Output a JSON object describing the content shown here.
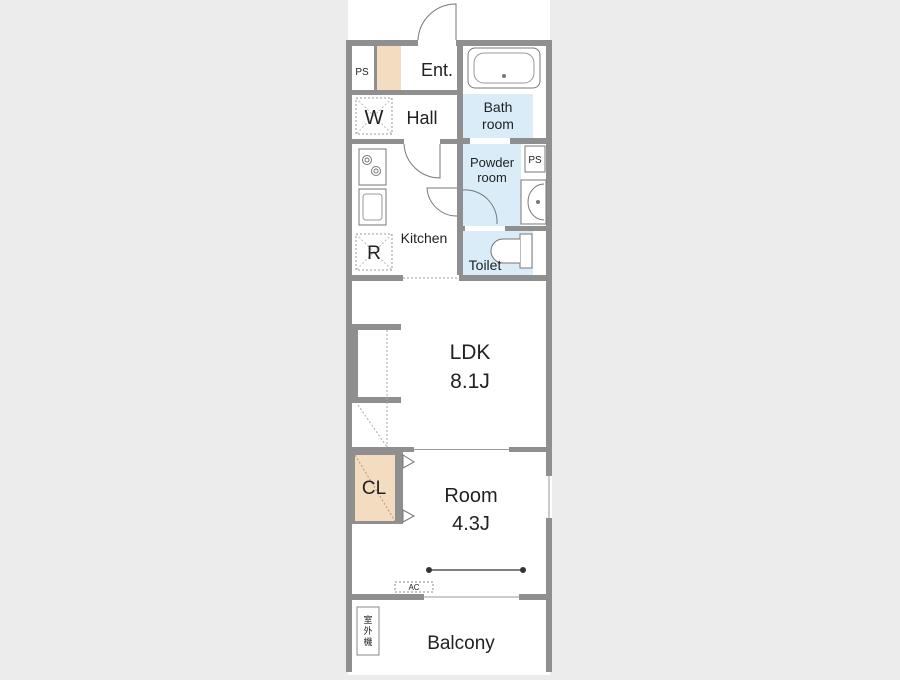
{
  "floorplan": {
    "rooms": {
      "entrance": "Ent.",
      "pipe_space_top": "PS",
      "hall": "Hall",
      "washer": "W",
      "bath_line1": "Bath",
      "bath_line2": "room",
      "powder_line1": "Powder",
      "powder_line2": "room",
      "pipe_space_powder": "PS",
      "kitchen": "Kitchen",
      "fridge": "R",
      "toilet": "Toilet",
      "ldk_name": "LDK",
      "ldk_size": "8.1J",
      "closet": "CL",
      "room_name": "Room",
      "room_size": "4.3J",
      "aircon": "AC",
      "balcony": "Balcony",
      "outdoor_unit_line1": "室",
      "outdoor_unit_line2": "外",
      "outdoor_unit_line3": "機"
    },
    "colors": {
      "background": "#ececec",
      "floor": "#ffffff",
      "walls": "#8f8f8f",
      "wet_area": "#d9ecf7",
      "storage": "#f3dcc0"
    }
  }
}
